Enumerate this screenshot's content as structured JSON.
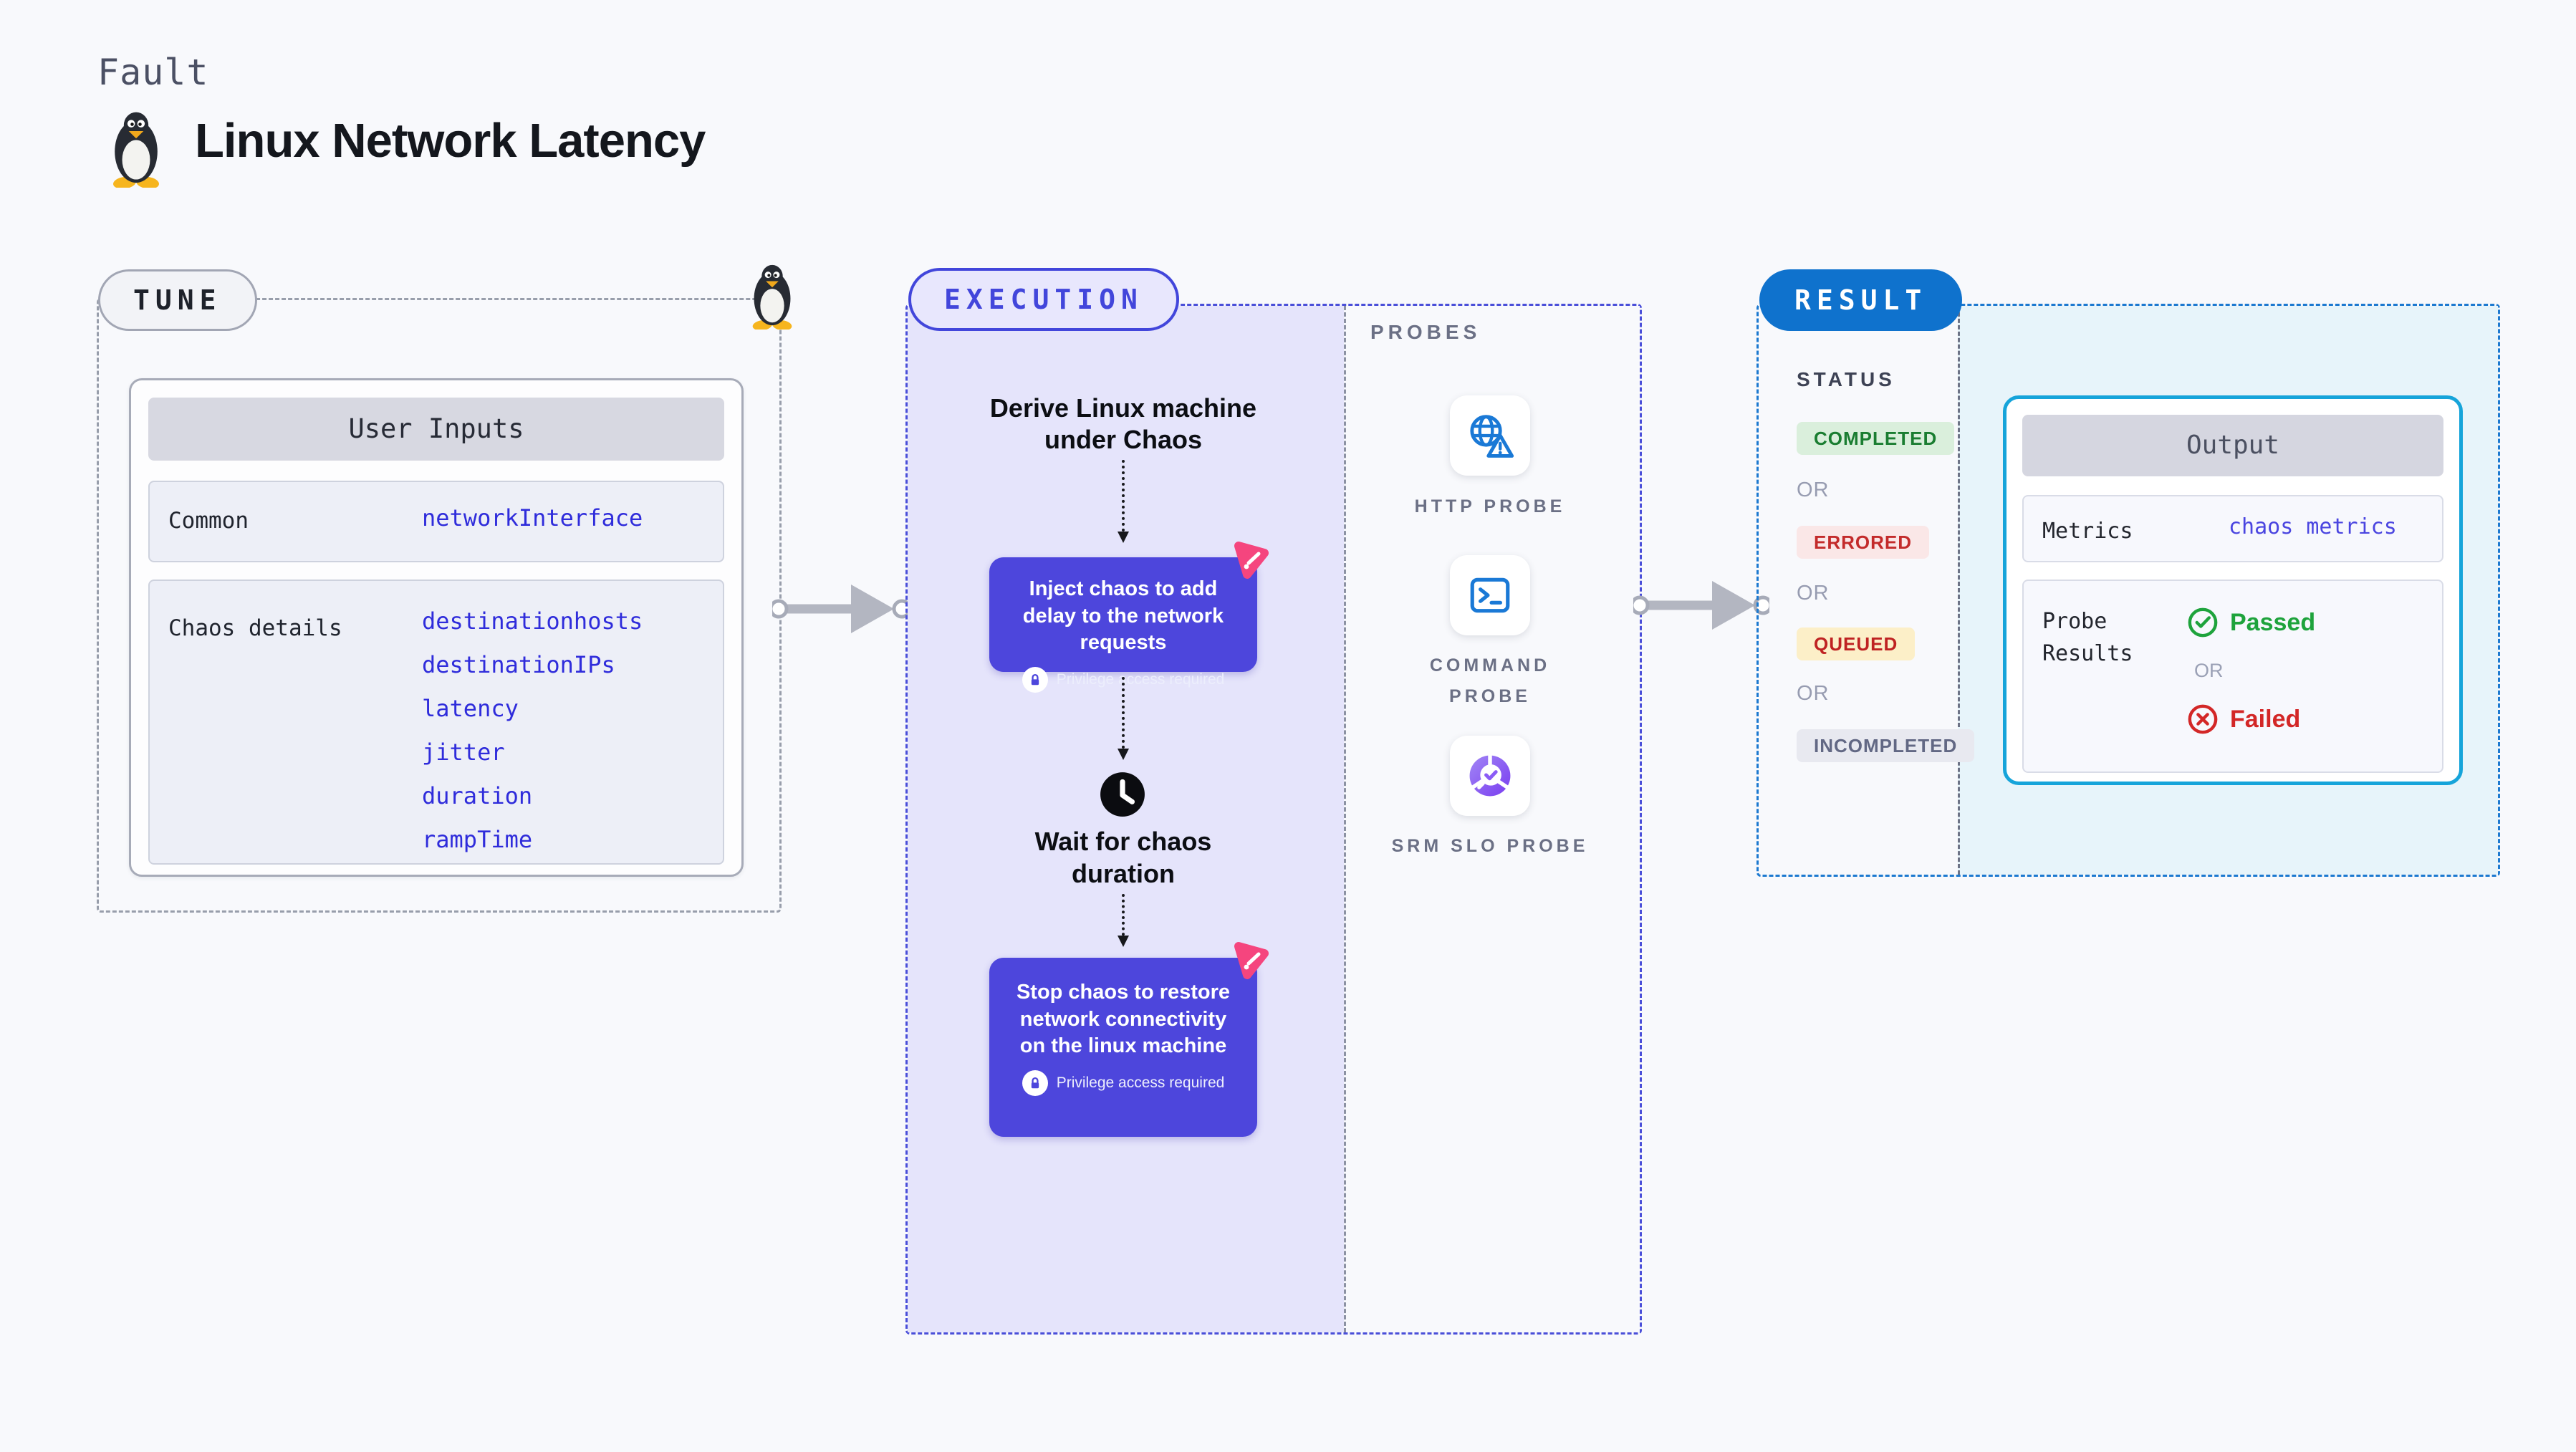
{
  "header": {
    "kind": "Fault",
    "title": "Linux Network Latency"
  },
  "tune": {
    "badge": "TUNE",
    "user_inputs": {
      "header": "User Inputs",
      "rows": [
        {
          "label": "Common",
          "values": [
            "networkInterface"
          ]
        },
        {
          "label": "Chaos details",
          "values": [
            "destinationhosts",
            "destinationIPs",
            "latency",
            "jitter",
            "duration",
            "rampTime"
          ]
        }
      ]
    }
  },
  "execution": {
    "badge": "EXECUTION",
    "derive_step": "Derive Linux machine under Chaos",
    "inject_step": "Inject chaos to add delay to the network requests",
    "privilege_note": "Privilege access required",
    "wait_step": "Wait for chaos duration",
    "stop_step": "Stop chaos to restore network connectivity on the linux machine"
  },
  "probes": {
    "label": "PROBES",
    "items": [
      {
        "label": "HTTP PROBE",
        "icon": "globe-alert-icon"
      },
      {
        "label": "COMMAND PROBE",
        "icon": "terminal-icon"
      },
      {
        "label": "SRM SLO PROBE",
        "icon": "slo-pie-check-icon"
      }
    ]
  },
  "result": {
    "badge": "RESULT",
    "status_label": "STATUS",
    "or_label": "OR",
    "statuses": [
      {
        "label": "COMPLETED",
        "bg": "#daefdc",
        "color": "#1a7d31"
      },
      {
        "label": "ERRORED",
        "bg": "#fae7e7",
        "color": "#c32b2b"
      },
      {
        "label": "QUEUED",
        "bg": "#fcefc8",
        "color": "#bf2222"
      },
      {
        "label": "INCOMPLETED",
        "bg": "#e8e9f0",
        "color": "#626884"
      }
    ],
    "output": {
      "header": "Output",
      "metrics_label": "Metrics",
      "metrics_value": "chaos metrics",
      "probe_results_label": "Probe Results",
      "passed_label": "Passed",
      "failed_label": "Failed"
    }
  },
  "colors": {
    "accent_indigo": "#4d46dc",
    "accent_blue": "#0f72cd",
    "accent_cyan": "#16a4da",
    "probe_icon_blue": "#1a79d6",
    "value_blue": "#2f2cdb",
    "chaos_pink": "#f5457e"
  }
}
